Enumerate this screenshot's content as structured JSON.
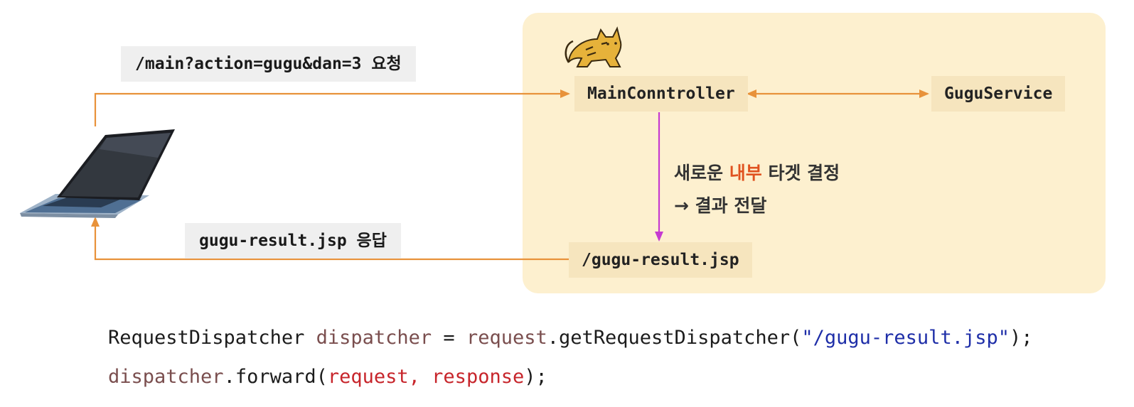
{
  "request_label": "/main?action=gugu&dan=3 요청",
  "response_label": "gugu-result.jsp 응답",
  "nodes": {
    "controller": "MainConntroller",
    "service": "GuguService",
    "result_page": "/gugu-result.jsp"
  },
  "note": {
    "line1_before": "새로운 ",
    "line1_highlight": "내부",
    "line1_after": " 타겟 결정",
    "line2": "→ 결과 전달"
  },
  "code": {
    "line1": {
      "type": "RequestDispatcher",
      "var": "dispatcher",
      "eq": " = ",
      "obj": "request",
      "method": ".getRequestDispatcher(",
      "str": "\"/gugu-result.jsp\"",
      "end": ");"
    },
    "line2": {
      "var": "dispatcher",
      "method": ".forward(",
      "args": "request, response",
      "end": ");"
    }
  },
  "colors": {
    "server_bg": "#fdf0cf",
    "node_bg": "#f6e5be",
    "arrow_orange": "#e8923a",
    "arrow_magenta": "#c63ad1",
    "highlight": "#e0521f"
  },
  "icons": [
    "laptop-icon",
    "tomcat-icon"
  ]
}
